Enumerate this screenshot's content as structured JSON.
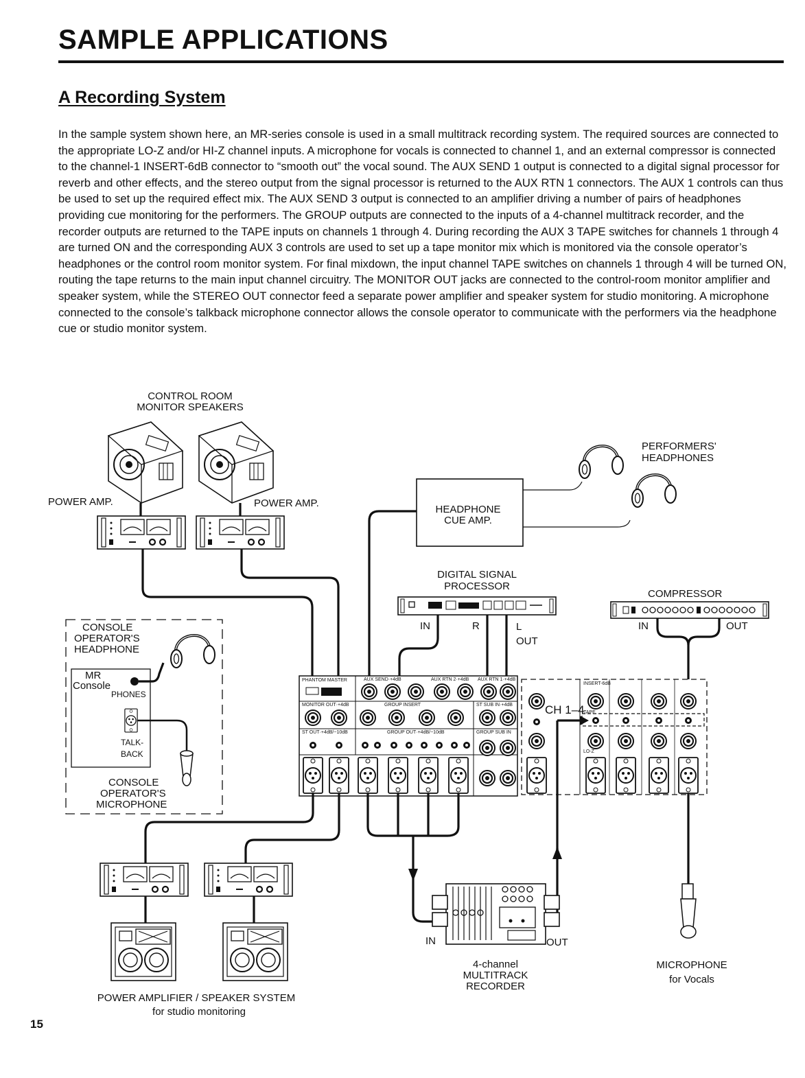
{
  "page": {
    "title": "SAMPLE APPLICATIONS",
    "subtitle": "A Recording System",
    "page_number": "15"
  },
  "body_text": "In the sample system shown here, an MR-series console is used in a small multitrack recording system. The required sources are connected to the appropriate LO-Z and/or HI-Z channel inputs. A microphone for vocals is connected to channel 1, and an external compressor is connected to the channel-1 INSERT-6dB connector to “smooth out” the vocal sound. The AUX SEND 1 output is connected to a digital signal processor for reverb and other effects, and the stereo output from the signal processor is returned to the AUX RTN 1 connectors. The AUX 1 controls can thus be used to set up the required effect mix. The AUX SEND 3 output is connected to an amplifier driving a number of pairs of headphones providing cue monitoring for the performers. The GROUP outputs are connected to the inputs of a 4-channel multitrack recorder, and the recorder outputs are returned to the TAPE inputs on channels 1 through 4. During recording the AUX 3 TAPE switches for channels 1 through 4 are turned ON and the corresponding AUX 3 controls are used to set up a tape monitor mix which is monitored via the console operator’s headphones or the control room monitor system. For final mixdown, the input channel TAPE switches on channels 1 through 4 will be turned ON, routing the tape returns to the main input channel circuitry. The MONITOR OUT jacks are connected to the control-room monitor amplifier and speaker system, while the STEREO OUT connector feed a separate power amplifier and speaker system for studio monitoring. A microphone connected to the console’s talkback microphone connector allows the console operator to communicate with the performers via the headphone cue or studio monitor system.",
  "diagram": {
    "control_room_line1": "CONTROL ROOM",
    "control_room_line2": "MONITOR SPEAKERS",
    "power_amp_left": "POWER AMP.",
    "power_amp_right": "POWER AMP.",
    "performers_line1": "PERFORMERS'",
    "performers_line2": "HEADPHONES",
    "cue_amp_line1": "HEADPHONE",
    "cue_amp_line2": "CUE AMP.",
    "dsp_line1": "DIGITAL SIGNAL",
    "dsp_line2": "PROCESSOR",
    "compressor": "COMPRESSOR",
    "dsp_in": "IN",
    "dsp_r": "R",
    "dsp_l": "L",
    "dsp_out": "OUT",
    "comp_in": "IN",
    "comp_out": "OUT",
    "operator_hp_line1": "CONSOLE",
    "operator_hp_line2": "OPERATOR'S",
    "operator_hp_line3": "HEADPHONE",
    "mr_label": "MR",
    "console_label": "Console",
    "phones_label": "PHONES",
    "talkback_line1": "TALK-",
    "talkback_line2": "BACK",
    "operator_mic_line1": "CONSOLE",
    "operator_mic_line2": "OPERATOR'S",
    "operator_mic_line3": "MICROPHONE",
    "ch_label": "CH 1–4",
    "panel_phantom": "PHANTOM MASTER",
    "panel_aux_send": "AUX SEND·+4dB",
    "panel_aux_rtn2": "AUX RTN 2·+4dB",
    "panel_aux_rtn1": "AUX RTN 1·+4dB",
    "panel_monitor_out": "MONITOR OUT·+4dB",
    "panel_group_insert": "GROUP INSERT",
    "panel_st_sub_in": "ST SUB IN·+4dB",
    "panel_st_out": "ST OUT·+4dB/−10dB",
    "panel_group_out": "GROUP OUT·+4dB/−10dB",
    "panel_group_sub_in": "GROUP SUB IN",
    "panel_insert": "INSERT-6dB",
    "panel_tape": "TAPE",
    "panel_loz": "LO-Z",
    "recorder_in": "IN",
    "recorder_out": "OUT",
    "recorder_line1": "4-channel",
    "recorder_line2": "MULTITRACK",
    "recorder_line3": "RECORDER",
    "vocal_mic_line1": "MICROPHONE",
    "vocal_mic_line2": "for Vocals",
    "studio_line1": "POWER AMPLIFIER / SPEAKER SYSTEM",
    "studio_line2": "for studio monitoring"
  }
}
